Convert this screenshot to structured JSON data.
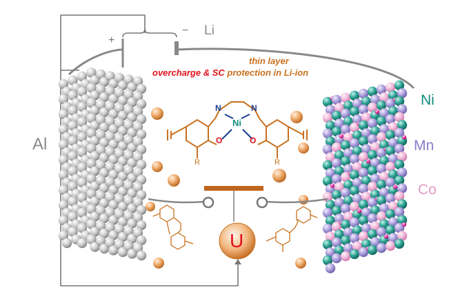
{
  "battery": {
    "plus": "+",
    "minus": "−",
    "li": "Li"
  },
  "caption": {
    "line1": "thin layer",
    "part_red": "overcharge & SC",
    "part_orange": "protection in Li-ion"
  },
  "electrodes": {
    "left": "Al",
    "right": [
      "Ni",
      "Mn",
      "Co"
    ]
  },
  "molecule": {
    "metal": "Ni",
    "n": "N",
    "o": "O",
    "r": "R"
  },
  "switch_label": "U",
  "colors": {
    "orange": "#c8701e",
    "red": "#e0121b",
    "ni_teal": "#138a7c",
    "mn_violet": "#8c7ac8",
    "co_pink": "#e39ac6",
    "grey_text": "#8a8a8a",
    "wire": "#777777",
    "blue": "#1a3d8f"
  },
  "icons": [
    "battery-icon",
    "switch-icon",
    "voltage-source-icon"
  ]
}
